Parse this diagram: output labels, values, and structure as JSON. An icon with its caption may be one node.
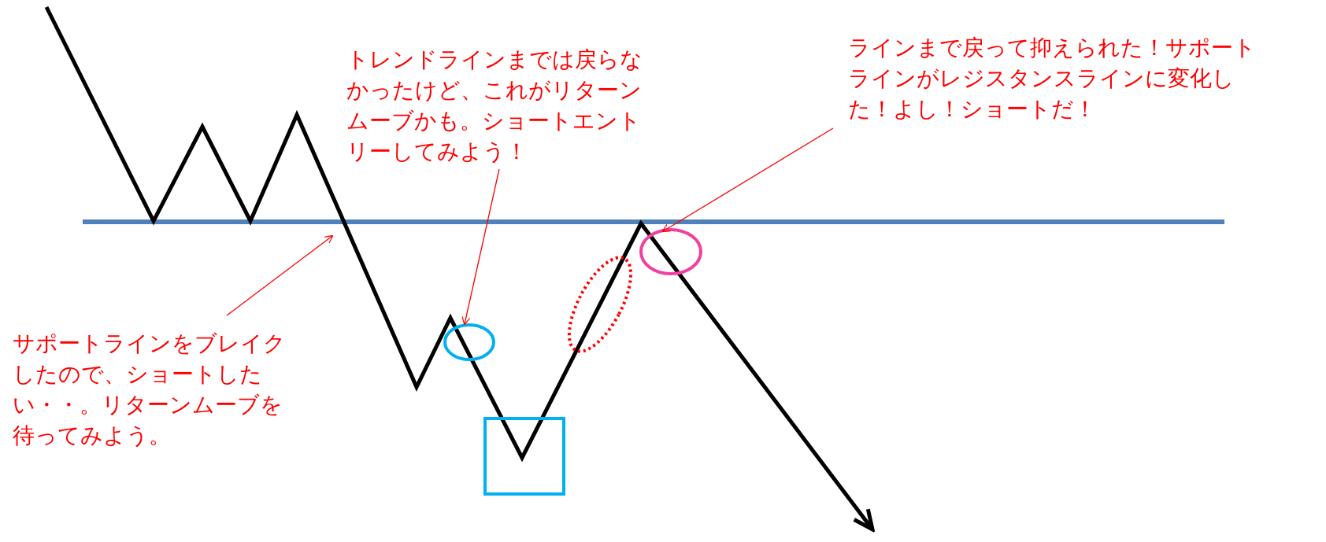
{
  "diagram": {
    "nodes": [
      {
        "text": [
          "トレンドラインまでは戻らなかったけど、これがリターンムーブかも。ショートエントリーしてみよう！"
        ]
      },
      {
        "text": [
          "ラインまで戻って抑えられた！サポートラインがレジスタンスラインに変化した！よし！ショートだ！"
        ]
      },
      {
        "text": [],
        "shape": "circle"
      },
      {
        "text": [
          "サポートラインをブレイクしたので、ショートしたい・・。リターンムーブを待ってみよう。"
        ]
      },
      {
        "text": [],
        "shape": "circle"
      },
      {
        "text": [],
        "shape": "circle"
      },
      {
        "text": [],
        "shape": "box"
      }
    ],
    "edges": [
      {
        "from": 0,
        "to": 4,
        "arrow": "to"
      },
      {
        "from": 1,
        "to": 2,
        "arrow": "to"
      },
      {
        "from": 3,
        "to": null,
        "arrow": "to"
      }
    ]
  }
}
